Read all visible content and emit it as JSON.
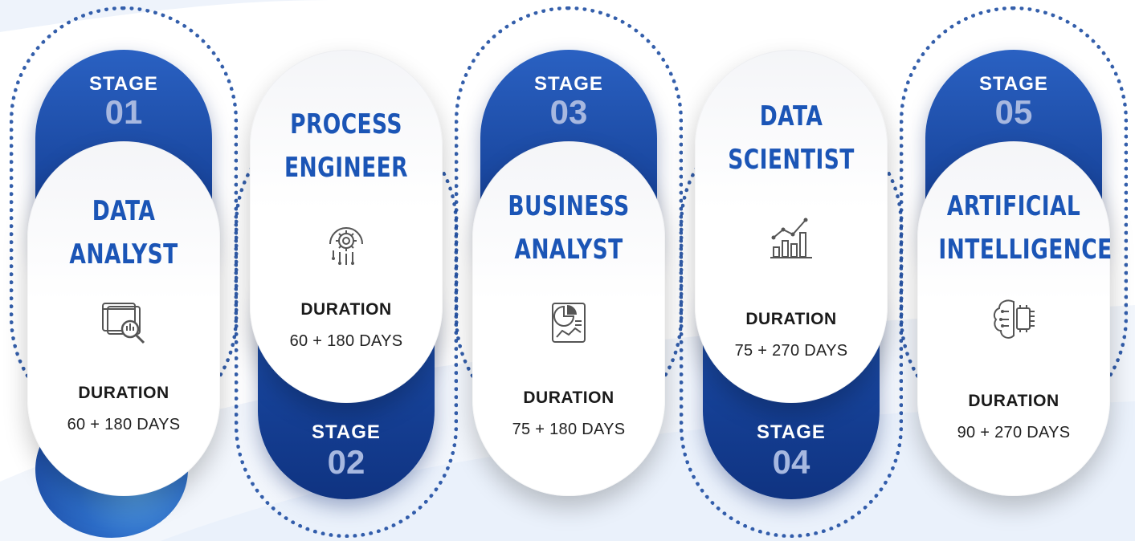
{
  "stages": [
    {
      "stage_word": "STAGE",
      "number": "01",
      "role_line1": "DATA",
      "role_line2": "ANALYST",
      "duration_label": "DURATION",
      "duration_value": "60 + 180 DAYS",
      "icon": "data-analysis-magnifier-icon"
    },
    {
      "stage_word": "STAGE",
      "number": "02",
      "role_line1": "PROCESS",
      "role_line2": "ENGINEER",
      "duration_label": "DURATION",
      "duration_value": "60 + 180 DAYS",
      "icon": "gear-circuit-icon"
    },
    {
      "stage_word": "STAGE",
      "number": "03",
      "role_line1": "BUSINESS",
      "role_line2": "ANALYST",
      "duration_label": "DURATION",
      "duration_value": "75 + 180 DAYS",
      "icon": "business-report-icon"
    },
    {
      "stage_word": "STAGE",
      "number": "04",
      "role_line1": "DATA",
      "role_line2": "SCIENTIST",
      "duration_label": "DURATION",
      "duration_value": "75 + 270 DAYS",
      "icon": "growth-chart-icon"
    },
    {
      "stage_word": "STAGE",
      "number": "05",
      "role_line1": "ARTIFICIAL",
      "role_line2": "INTELLIGENCE",
      "duration_label": "DURATION",
      "duration_value": "90 + 270 DAYS",
      "icon": "ai-brain-chip-icon"
    }
  ],
  "colors": {
    "brand_blue": "#1b55b6",
    "dark_blue": "#17439a",
    "dotted": "#1f4ea3"
  }
}
